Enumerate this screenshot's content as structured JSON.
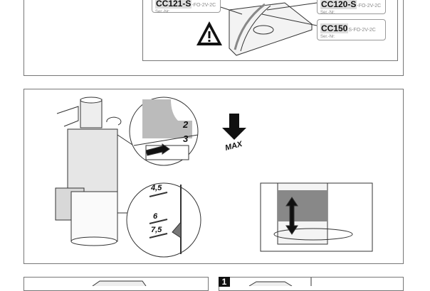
{
  "top_panel": {
    "labels": [
      {
        "code": "CC121-S",
        "suffix": "-FO-2V-2C",
        "serial": "Ser.-Nr:"
      },
      {
        "code": "CC120-S",
        "suffix": "-FO-2V-2C",
        "serial": "Ser.-Nr:"
      },
      {
        "code": "CC150",
        "suffix": "S-FO-2V-2C",
        "serial": "Ser.-Nr:"
      }
    ],
    "warning_icon": "warning-triangle-icon"
  },
  "middle_panel": {
    "detail_numbers": [
      "2",
      "3"
    ],
    "max_label": "MAX",
    "scale_marks": [
      "4,5",
      "6",
      "7,5"
    ]
  },
  "bottom_panel": {
    "step_number": "1"
  }
}
